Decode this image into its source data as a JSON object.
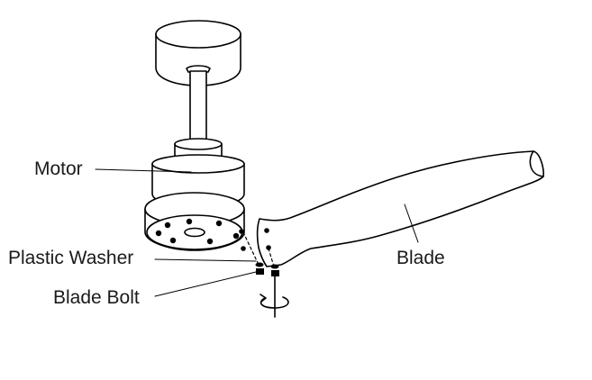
{
  "labels": {
    "motor": "Motor",
    "plastic_washer": "Plastic Washer",
    "blade_bolt": "Blade Bolt",
    "blade": "Blade"
  },
  "colors": {
    "line": "#000000",
    "fill": "#ffffff",
    "text": "#1a1a1a"
  }
}
